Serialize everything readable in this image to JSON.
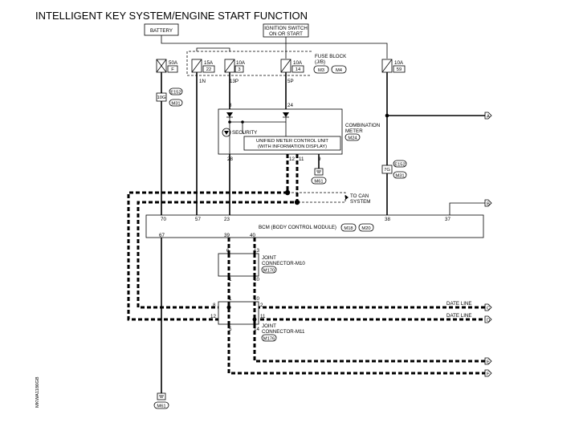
{
  "title": "INTELLIGENT KEY SYSTEM/ENGINE START FUNCTION",
  "battery": "BATTERY",
  "ignition": {
    "line1": "IGNITION SWITCH",
    "line2": "ON OR START"
  },
  "fuse_block": {
    "line1": "FUSE BLOCK",
    "line2": "(J/B)",
    "conn1": "M3",
    "conn2": "M4"
  },
  "fuses": [
    {
      "rating": "50A",
      "id": "F"
    },
    {
      "rating": "15A",
      "id": "22"
    },
    {
      "rating": "10A",
      "id": "3"
    },
    {
      "rating": "10A",
      "id": "14"
    },
    {
      "rating": "10A",
      "id": "59"
    }
  ],
  "fuse_terminals": [
    "1N",
    "13P",
    "5P"
  ],
  "connectors": {
    "e152_a": "E152",
    "c10g": "10G",
    "m31_a": "M31",
    "e152_b": "E152",
    "c7g": "7G",
    "m31_b": "M31"
  },
  "combination_meter": {
    "line1": "COMBINATION",
    "line2": "METER",
    "conn": "M24",
    "unit_line1": "UNIFIED METER CONTROL UNIT",
    "unit_line2": "(WITH INFORMATION DISPLAY)",
    "security": "SECURITY",
    "pins_top": [
      "8",
      "24"
    ],
    "pins_bottom": [
      "28",
      "12",
      "11",
      "9"
    ]
  },
  "grounds": [
    "M61",
    "M61"
  ],
  "to_can": {
    "line1": "TO CAN",
    "line2": "SYSTEM"
  },
  "bcm": {
    "label": "BCM (BODY CONTROL MODULE)",
    "conn1": "M18",
    "conn2": "M20",
    "pins_top": [
      "70",
      "57",
      "23",
      "38",
      "37"
    ],
    "pins_bottom": [
      "67",
      "39",
      "40"
    ]
  },
  "joint_m10": {
    "line1": "JOINT",
    "line2": "CONNECTOR-M10",
    "conn": "M170",
    "pins": [
      "6",
      "13",
      "1",
      "10"
    ]
  },
  "joint_m11": {
    "line1": "JOINT",
    "line2": "CONNECTOR-M11",
    "conn": "M176",
    "pins": [
      "1",
      "10",
      "8",
      "2",
      "12",
      "11",
      "5",
      "14"
    ]
  },
  "data_lines": [
    "DATE LINE",
    "DATE LINE"
  ],
  "arrows": [
    "A",
    "B",
    "C",
    "D",
    "E",
    "F"
  ],
  "side_code": "MKWA1186GB"
}
